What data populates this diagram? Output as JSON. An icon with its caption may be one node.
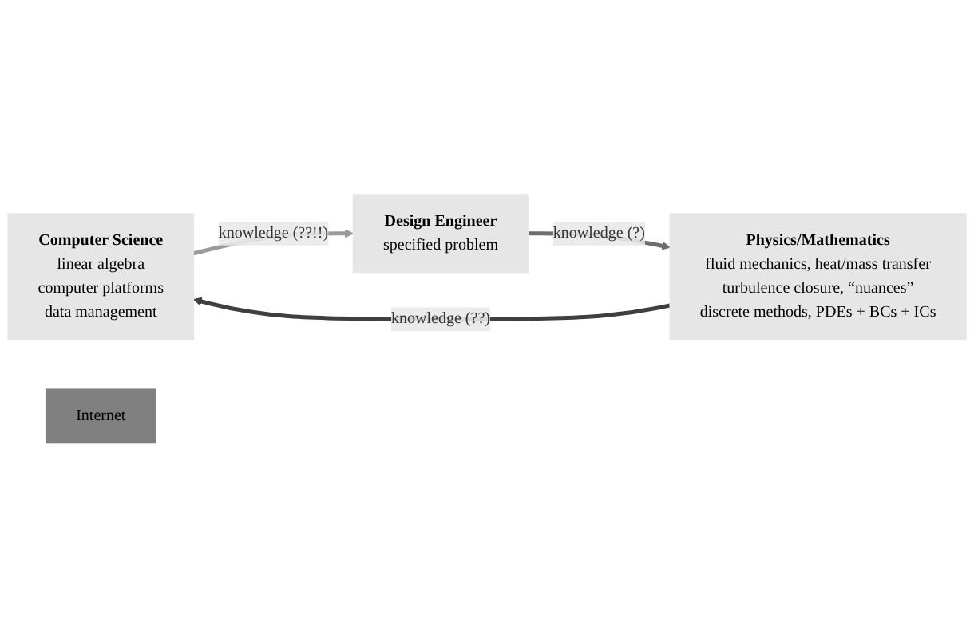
{
  "diagram": {
    "nodes": [
      {
        "text": [
          "Computer Science",
          "linear algebra",
          "computer platforms",
          "data management"
        ]
      },
      {
        "text": [
          "Design Engineer",
          "specified problem"
        ]
      },
      {
        "text": [
          "Internet"
        ]
      },
      {
        "text": [
          "Physics/Mathematics",
          "fluid mechanics, heat/mass transfer",
          "turbulence closure, “nuances”",
          "discrete methods, PDEs + BCs + ICs"
        ]
      }
    ],
    "edges": [
      {
        "from": 0,
        "to": 1,
        "arrow": "to",
        "label": "knowledge (??!!)",
        "color": "#9a9a9a"
      },
      {
        "from": 1,
        "to": 3,
        "arrow": "to",
        "label": "knowledge (?)",
        "color": "#6e6e6e"
      },
      {
        "from": 3,
        "to": 0,
        "arrow": "to",
        "label": "knowledge (??)",
        "color": "#3f3f3f"
      }
    ]
  }
}
